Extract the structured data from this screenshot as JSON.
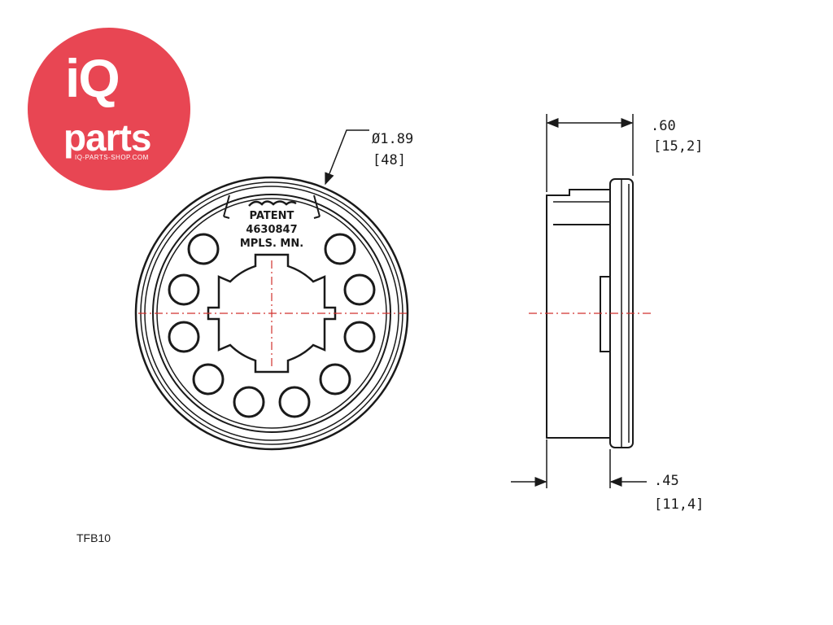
{
  "logo": {
    "brand_top": "iQ",
    "brand_bottom": "parts",
    "url": "IQ-PARTS-SHOP.COM",
    "color": "#e84653"
  },
  "front_view": {
    "diameter_imperial": "Ø1.89",
    "diameter_metric": "[48]",
    "marking_line1": "PATENT",
    "marking_line2": "4630847",
    "marking_line3": "MPLS. MN."
  },
  "side_view": {
    "overall_width_imperial": ".60",
    "overall_width_metric": "[15,2]",
    "body_width_imperial": ".45",
    "body_width_metric": "[11,4]"
  },
  "part_number": "TFB10",
  "colors": {
    "line": "#1a1a1a",
    "centerline": "#d0312d"
  }
}
